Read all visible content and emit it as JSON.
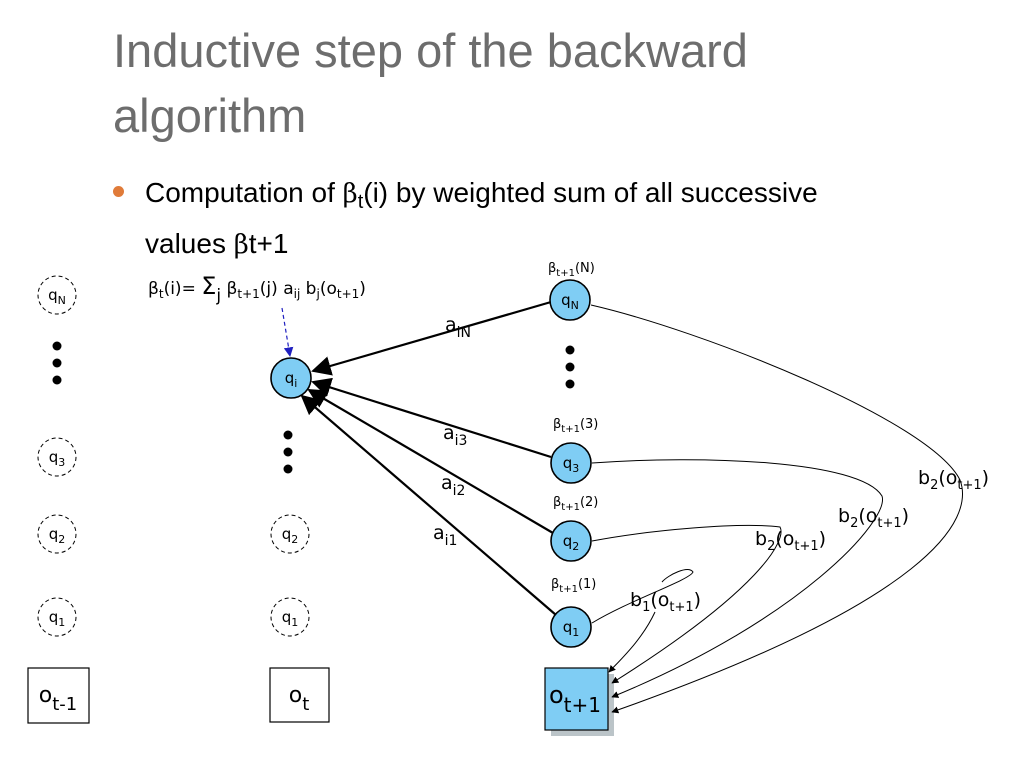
{
  "colors": {
    "title": "#6d6d6d",
    "bullet": "#e07b39",
    "node_fill": "#7fcdf4",
    "dashed_arrow": "#2020c0"
  },
  "title": {
    "line1": "Inductive step of the backward",
    "line2": "algorithm"
  },
  "bullet": {
    "part1": "Computation of ",
    "beta1": "β",
    "sub1": "t",
    "part2": "(i) by weighted sum of all successive",
    "part3": "values ",
    "beta2": "β",
    "part4": "t+1"
  },
  "formula": {
    "beta_lhs": "β",
    "sub_t": "t",
    "lhs_rest": "(i)= ",
    "sigma": "Σ",
    "sigma_sub": "j",
    "beta_rhs": " β",
    "sub_t1": "t+1",
    "a_part": "(j) a",
    "a_sub": "ij",
    "b_part": "  b",
    "b_sub": "j",
    "o_part": "(o",
    "o_sub": "t+1",
    "close": ")"
  },
  "left_column": {
    "nodes": [
      {
        "q": "q",
        "sub": "N"
      },
      {
        "q": "q",
        "sub": "3"
      },
      {
        "q": "q",
        "sub": "2"
      },
      {
        "q": "q",
        "sub": "1"
      }
    ],
    "obs": {
      "o": "o",
      "sub": "t-1"
    }
  },
  "middle_column": {
    "target": {
      "q": "q",
      "sub": "i"
    },
    "nodes": [
      {
        "q": "q",
        "sub": "2"
      },
      {
        "q": "q",
        "sub": "1"
      }
    ],
    "obs": {
      "o": "o",
      "sub": "t"
    }
  },
  "right_column": {
    "nodes": [
      {
        "q": "q",
        "sub": "N",
        "beta": "β",
        "beta_sub": "t+1",
        "beta_arg": "(N)"
      },
      {
        "q": "q",
        "sub": "3",
        "beta": "β",
        "beta_sub": "t+1",
        "beta_arg": "(3)"
      },
      {
        "q": "q",
        "sub": "2",
        "beta": "β",
        "beta_sub": "t+1",
        "beta_arg": "(2)"
      },
      {
        "q": "q",
        "sub": "1",
        "beta": "β",
        "beta_sub": "t+1",
        "beta_arg": "(1)"
      }
    ],
    "obs": {
      "o": "o",
      "sub": "t+1"
    }
  },
  "transitions": [
    {
      "a": "a",
      "sub": "iN"
    },
    {
      "a": "a",
      "sub": "i3"
    },
    {
      "a": "a",
      "sub": "i2"
    },
    {
      "a": "a",
      "sub": "i1"
    }
  ],
  "emissions": [
    {
      "b": "b",
      "sub": "1",
      "paren": "(o",
      "osub": "t+1",
      "close": ")"
    },
    {
      "b": "b",
      "sub": "2",
      "paren": "(o",
      "osub": "t+1",
      "close": ")"
    },
    {
      "b": "b",
      "sub": "2",
      "paren": "(o",
      "osub": "t+1",
      "close": ")"
    },
    {
      "b": "b",
      "sub": "2",
      "paren": "(o",
      "osub": "t+1",
      "close": ")"
    }
  ]
}
